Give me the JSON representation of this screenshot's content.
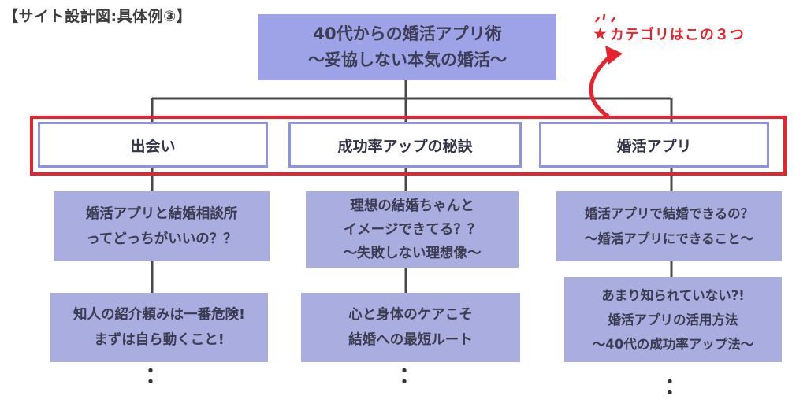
{
  "heading": "【サイト設計図:具体例③】",
  "root": {
    "line1": "40代からの婚活アプリ術",
    "line2": "〜妥協しない本気の婚活〜"
  },
  "callout": {
    "text": "カテゴリはこの３つ"
  },
  "categories": [
    {
      "label": "出会い",
      "items": [
        {
          "lines": [
            "婚活アプリと結婚相談所",
            "ってどっちがいいの？？"
          ]
        },
        {
          "lines": [
            "知人の紹介頼みは一番危険!",
            "まずは自ら動くこと!"
          ]
        }
      ],
      "more": "："
    },
    {
      "label": "成功率アップの秘訣",
      "items": [
        {
          "lines": [
            "理想の結婚ちゃんと",
            "イメージできてる？？",
            "〜失敗しない理想像〜"
          ]
        },
        {
          "lines": [
            "心と身体のケアこそ",
            "結婚への最短ルート"
          ]
        }
      ],
      "more": "："
    },
    {
      "label": "婚活アプリ",
      "items": [
        {
          "lines": [
            "婚活アプリで結婚できるの？",
            "〜婚活アプリにできること〜"
          ]
        },
        {
          "lines": [
            "あまり知られていない?!",
            "婚活アプリの活用方法",
            "〜40代の成功率アップ法〜"
          ]
        }
      ],
      "more": "："
    }
  ],
  "colors": {
    "root_fill": "#9ea3e8",
    "leaf_fill": "#a9addf",
    "category_border": "#8c93e0",
    "highlight": "#e8232d",
    "connector": "#4a4a4a"
  }
}
